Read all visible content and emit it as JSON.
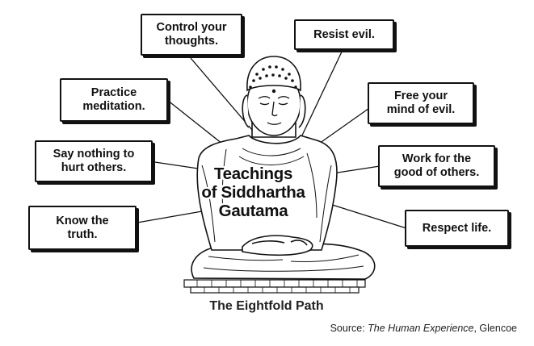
{
  "boxes": [
    {
      "id": "control",
      "text": "Control your\nthoughts."
    },
    {
      "id": "resist",
      "text": "Resist evil."
    },
    {
      "id": "meditation",
      "text": "Practice\nmeditation."
    },
    {
      "id": "free",
      "text": "Free your\nmind of evil."
    },
    {
      "id": "say",
      "text": "Say nothing to\nhurt others."
    },
    {
      "id": "work",
      "text": "Work for the\ngood of others."
    },
    {
      "id": "know",
      "text": "Know the\ntruth."
    },
    {
      "id": "respect",
      "text": "Respect life."
    }
  ],
  "center_title": "Teachings\nof Siddhartha\nGautama",
  "caption": "The Eightfold Path",
  "source": {
    "prefix": "Source: ",
    "work": "The Human Experience",
    "suffix": ", Glencoe"
  },
  "colors": {
    "ink": "#111111",
    "background": "#ffffff"
  }
}
